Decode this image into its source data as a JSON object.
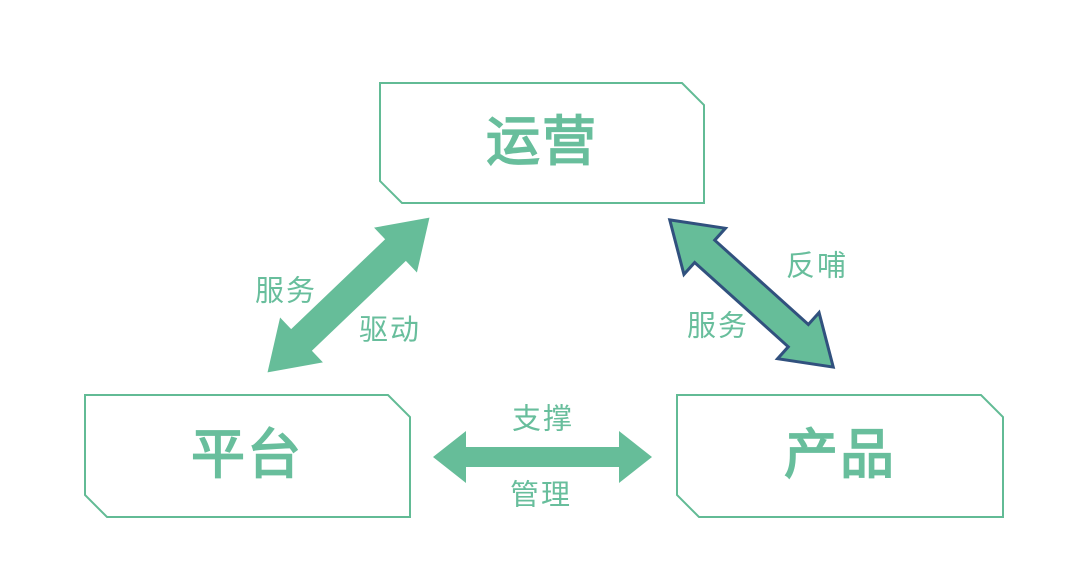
{
  "diagram": {
    "type": "relationship-triangle",
    "colors": {
      "green": "#66bd99",
      "box_border_green": "#62bb95",
      "text_green": "#68be9c",
      "arrow_outline_blue": "#31517e",
      "background": "#ffffff"
    },
    "nodes": [
      {
        "id": "operations",
        "label": "运营"
      },
      {
        "id": "platform",
        "label": "平台"
      },
      {
        "id": "product",
        "label": "产品"
      }
    ],
    "edges": [
      {
        "id": "platform-operations",
        "from": "平台",
        "to": "运营",
        "style": "double-arrow-green",
        "label_upper": "服务",
        "label_lower": "驱动"
      },
      {
        "id": "operations-product",
        "from": "运营",
        "to": "产品",
        "style": "double-arrow-green-blue-outline",
        "label_upper": "反哺",
        "label_lower": "服务"
      },
      {
        "id": "platform-product",
        "from": "平台",
        "to": "产品",
        "style": "double-arrow-green",
        "label_upper": "支撑",
        "label_lower": "管理"
      }
    ]
  }
}
